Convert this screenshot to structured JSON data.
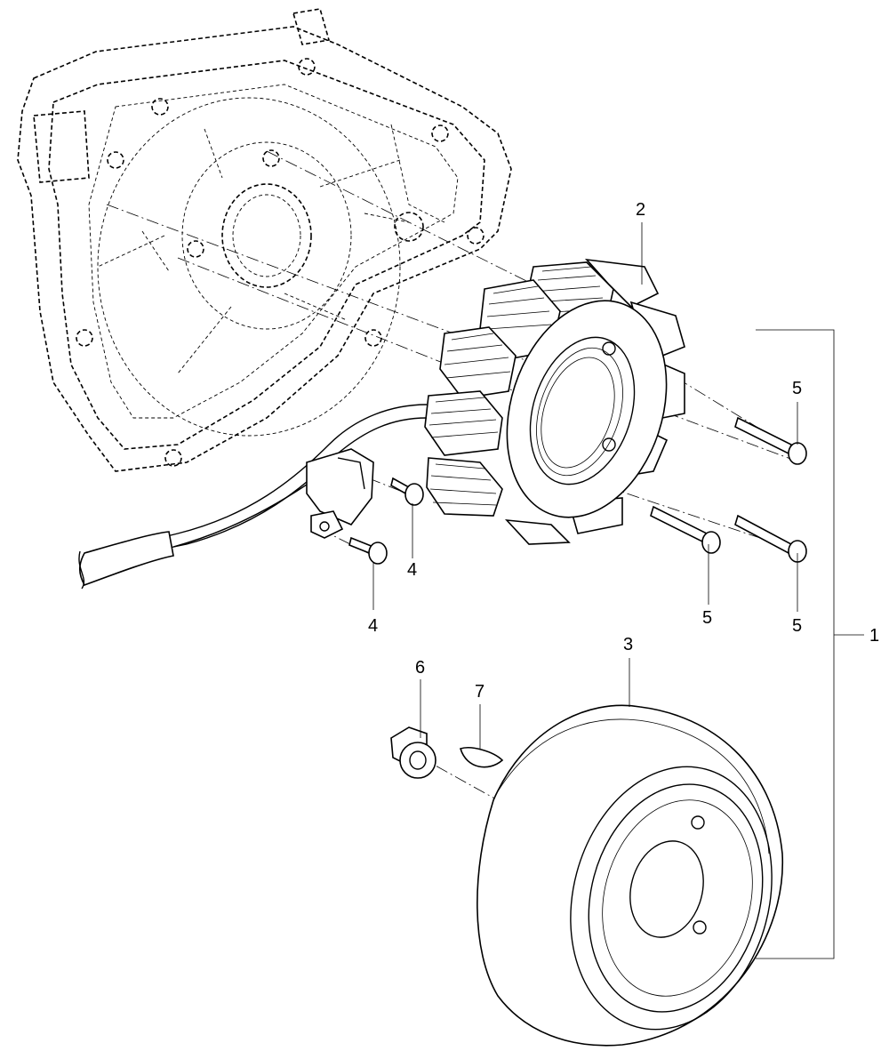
{
  "callouts": {
    "c1": "1",
    "c2": "2",
    "c3": "3",
    "c4a": "4",
    "c4b": "4",
    "c5a": "5",
    "c5b": "5",
    "c5c": "5",
    "c6": "6",
    "c7": "7"
  },
  "colors": {
    "line": "#000000",
    "background": "#ffffff"
  }
}
